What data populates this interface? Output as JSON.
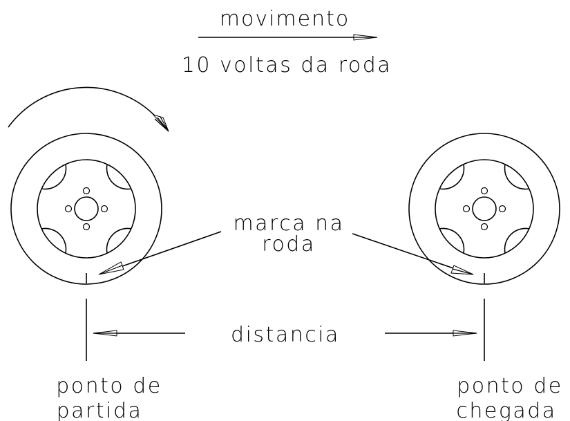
{
  "diagram": {
    "movement_label": "movimento",
    "turns_label": "10 voltas da roda",
    "mark_label_line1": "marca na",
    "mark_label_line2": "roda",
    "distance_label": "distancia",
    "start_label_line1": "ponto de",
    "start_label_line2": "partida",
    "end_label_line1": "ponto de",
    "end_label_line2": "chegada"
  }
}
